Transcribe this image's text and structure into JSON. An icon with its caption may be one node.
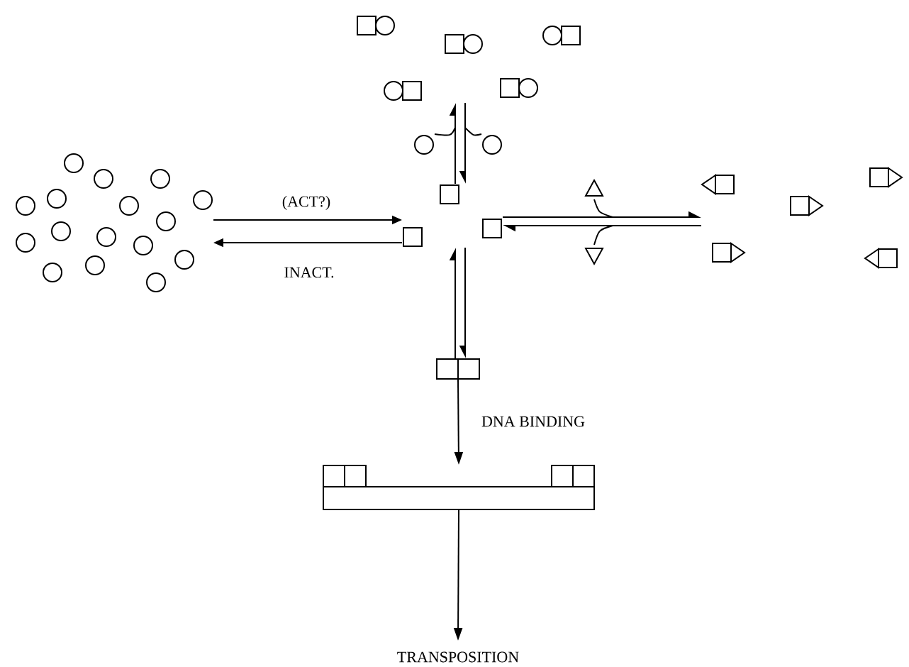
{
  "diagram": {
    "nodes": [
      {
        "text": [],
        "shape": "circle"
      },
      {
        "text": [],
        "shape": "box"
      },
      {
        "text": [],
        "shape": "picture"
      },
      {
        "text": [],
        "shape": "box"
      },
      {
        "text": [],
        "shape": "box"
      },
      {
        "text": [],
        "shape": "bar"
      },
      {
        "text": [
          "TRANSPOSITION"
        ]
      },
      {
        "text": [],
        "shape": "circle"
      },
      {
        "text": [],
        "shape": "circle"
      },
      {
        "text": [],
        "shape": "triangle"
      },
      {
        "text": [],
        "shape": "triangle"
      }
    ],
    "edges": [
      {
        "from": 0,
        "to": 1,
        "arrow": "to",
        "label": "(ACT?)"
      },
      {
        "from": 1,
        "to": 0,
        "arrow": "to",
        "label": "INACT."
      },
      {
        "from": 1,
        "to": 2,
        "arrow": "to"
      },
      {
        "from": 2,
        "to": 1,
        "arrow": "to"
      },
      {
        "from": 1,
        "to": 3,
        "arrow": "to"
      },
      {
        "from": 3,
        "to": 1,
        "arrow": "to"
      },
      {
        "from": 1,
        "to": 4,
        "arrow": "to"
      },
      {
        "from": 4,
        "to": 1,
        "arrow": "to"
      },
      {
        "from": 4,
        "to": 5,
        "arrow": "to",
        "label": "DNA BINDING"
      },
      {
        "from": 5,
        "to": 6,
        "arrow": "to"
      },
      {
        "from": 7,
        "to": null,
        "arrow": "none"
      },
      {
        "from": 8,
        "to": null,
        "arrow": "none"
      },
      {
        "from": 9,
        "to": null,
        "arrow": "none"
      },
      {
        "from": 10,
        "to": null,
        "arrow": "none"
      }
    ]
  }
}
